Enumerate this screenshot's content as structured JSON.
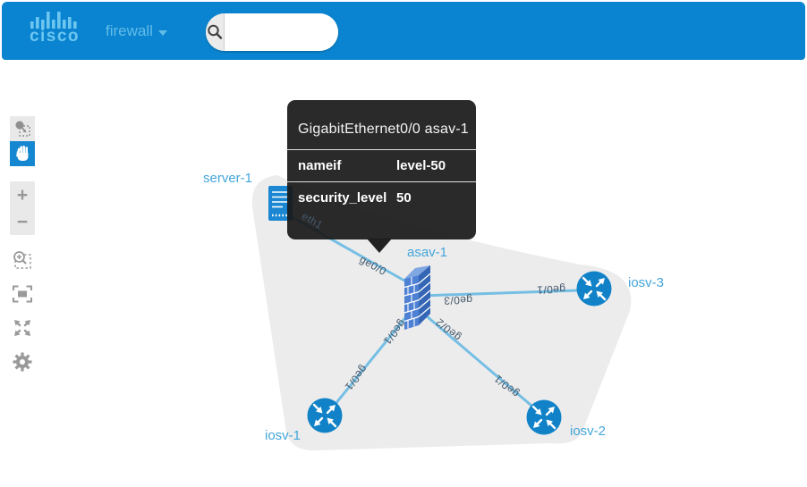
{
  "header": {
    "brand": "cisco",
    "menu_label": "firewall",
    "search_value": ""
  },
  "toolbar": {
    "zoom_in_glyph": "+",
    "zoom_out_glyph": "−",
    "tools": [
      "select",
      "pan",
      "zoom-in",
      "zoom-out",
      "zoom-selection",
      "fit-view",
      "expand",
      "settings"
    ],
    "active_tool": "pan"
  },
  "tooltip": {
    "title": "GigabitEthernet0/0 asav-1",
    "rows": [
      {
        "key": "nameif",
        "value": "level-50"
      },
      {
        "key": "security_level",
        "value": "50"
      }
    ]
  },
  "topology": {
    "nodes": [
      {
        "id": "server-1",
        "type": "server"
      },
      {
        "id": "asav-1",
        "type": "firewall"
      },
      {
        "id": "iosv-1",
        "type": "router"
      },
      {
        "id": "iosv-2",
        "type": "router"
      },
      {
        "id": "iosv-3",
        "type": "router"
      }
    ],
    "links": [
      {
        "from": "server-1",
        "to": "asav-1",
        "from_label": "eth1",
        "to_label": "ge0/0"
      },
      {
        "from": "asav-1",
        "to": "iosv-3",
        "from_label": "ge0/3",
        "to_label": "ge0/1"
      },
      {
        "from": "asav-1",
        "to": "iosv-1",
        "from_label": "ge0/1",
        "to_label": "ge0/1"
      },
      {
        "from": "asav-1",
        "to": "iosv-2",
        "from_label": "ge0/2",
        "to_label": "ge0/1"
      }
    ]
  },
  "colors": {
    "header_bg": "#0a84d0",
    "brand_blue": "#6cc6f0",
    "canvas_blob": "#ececec",
    "link_blue": "#69bae4",
    "node_blue": "#1182c8",
    "firewall_blue": "#4e80d4",
    "node_label": "#45a6da",
    "link_label": "#44586b",
    "tooltip_bg": "#181818"
  }
}
